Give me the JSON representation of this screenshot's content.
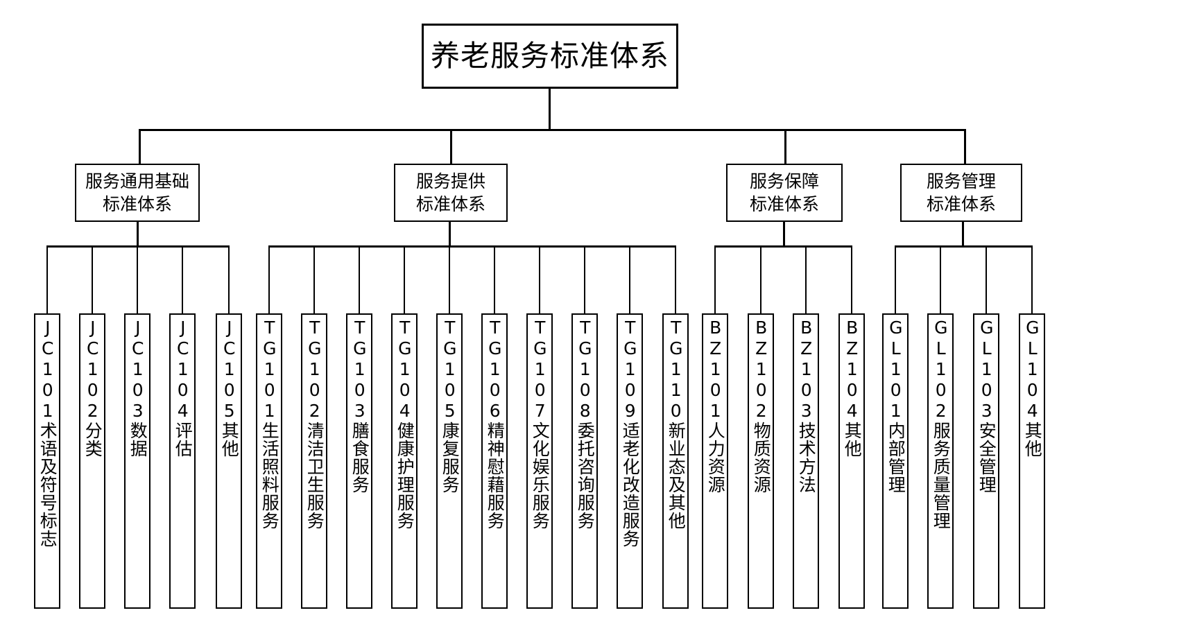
{
  "diagram": {
    "title": "养老服务标准体系",
    "type": "hierarchical-tree",
    "root": {
      "label": "养老服务标准体系"
    },
    "branches": [
      {
        "code_prefix": "JC",
        "label": "服务通用基础\n标准体系",
        "leaves": [
          {
            "code": "JC101",
            "label": "术语及符号标志",
            "text": "JC101术语及符号标志"
          },
          {
            "code": "JC102",
            "label": "分类",
            "text": "JC102分类"
          },
          {
            "code": "JC103",
            "label": "数据",
            "text": "JC103数据"
          },
          {
            "code": "JC104",
            "label": "评估",
            "text": "JC104评估"
          },
          {
            "code": "JC105",
            "label": "其他",
            "text": "JC105其他"
          }
        ]
      },
      {
        "code_prefix": "TG",
        "label": "服务提供\n标准体系",
        "leaves": [
          {
            "code": "TG101",
            "label": "生活照料服务",
            "text": "TG101生活照料服务"
          },
          {
            "code": "TG102",
            "label": "清洁卫生服务",
            "text": "TG102清洁卫生服务"
          },
          {
            "code": "TG103",
            "label": "膳食服务",
            "text": "TG103膳食服务"
          },
          {
            "code": "TG104",
            "label": "健康护理服务",
            "text": "TG104健康护理服务"
          },
          {
            "code": "TG105",
            "label": "康复服务",
            "text": "TG105康复服务"
          },
          {
            "code": "TG106",
            "label": "精神慰藉服务",
            "text": "TG106精神慰藉服务"
          },
          {
            "code": "TG107",
            "label": "文化娱乐服务",
            "text": "TG107文化娱乐服务"
          },
          {
            "code": "TG108",
            "label": "委托咨询服务",
            "text": "TG108委托咨询服务"
          },
          {
            "code": "TG109",
            "label": "适老化改造服务",
            "text": "TG109适老化改造服务"
          },
          {
            "code": "TG110",
            "label": "新业态及其他",
            "text": "TG110新业态及其他"
          }
        ]
      },
      {
        "code_prefix": "BZ",
        "label": "服务保障\n标准体系",
        "leaves": [
          {
            "code": "BZ101",
            "label": "人力资源",
            "text": "BZ101人力资源"
          },
          {
            "code": "BZ102",
            "label": "物质资源",
            "text": "BZ102物质资源"
          },
          {
            "code": "BZ103",
            "label": "技术方法",
            "text": "BZ103技术方法"
          },
          {
            "code": "BZ104",
            "label": "其他",
            "text": "BZ104其他"
          }
        ]
      },
      {
        "code_prefix": "GL",
        "label": "服务管理\n标准体系",
        "leaves": [
          {
            "code": "GL101",
            "label": "内部管理",
            "text": "GL101内部管理"
          },
          {
            "code": "GL102",
            "label": "服务质量管理",
            "text": "GL102服务质量管理"
          },
          {
            "code": "GL103",
            "label": "安全管理",
            "text": "GL103安全管理"
          },
          {
            "code": "GL104",
            "label": "其他",
            "text": "GL104其他"
          }
        ]
      }
    ],
    "colors": {
      "stroke": "#000000",
      "fill": "#ffffff",
      "text": "#000000"
    }
  }
}
